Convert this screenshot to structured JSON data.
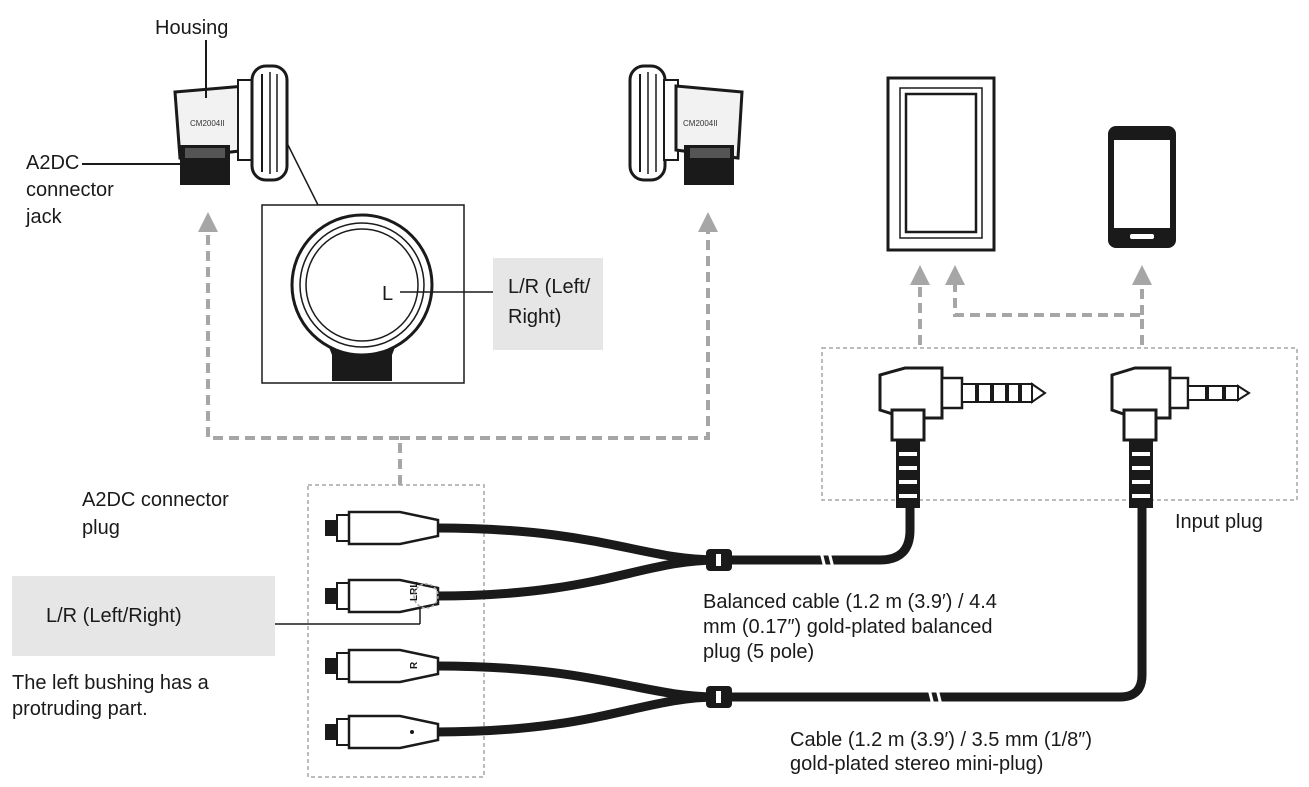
{
  "labels": {
    "housing": "Housing",
    "a2dc_jack": "A2DC\nconnector\njack",
    "lr_callout": "L/R (Left/\nRight)",
    "lr_mark": "L",
    "left_model": "CM2004II",
    "right_model": "CM2004II",
    "a2dc_plug": "A2DC connector\nplug",
    "lr_plug": "L/R (Left/Right)",
    "bushing_note": "The left bushing has a\nprotruding part.",
    "input_plug": "Input plug",
    "balanced_cable": "Balanced cable (1.2 m (3.9′) / 4.4\nmm (0.17″) gold-plated balanced\nplug (5 pole)",
    "stereo_cable": "Cable (1.2 m (3.9′) / 3.5 mm (1/8″)\ngold-plated stereo mini-plug)"
  },
  "colors": {
    "line": "#1a1a1a",
    "arrow": "#a6a6a6",
    "label_box": "#e6e6e6"
  }
}
